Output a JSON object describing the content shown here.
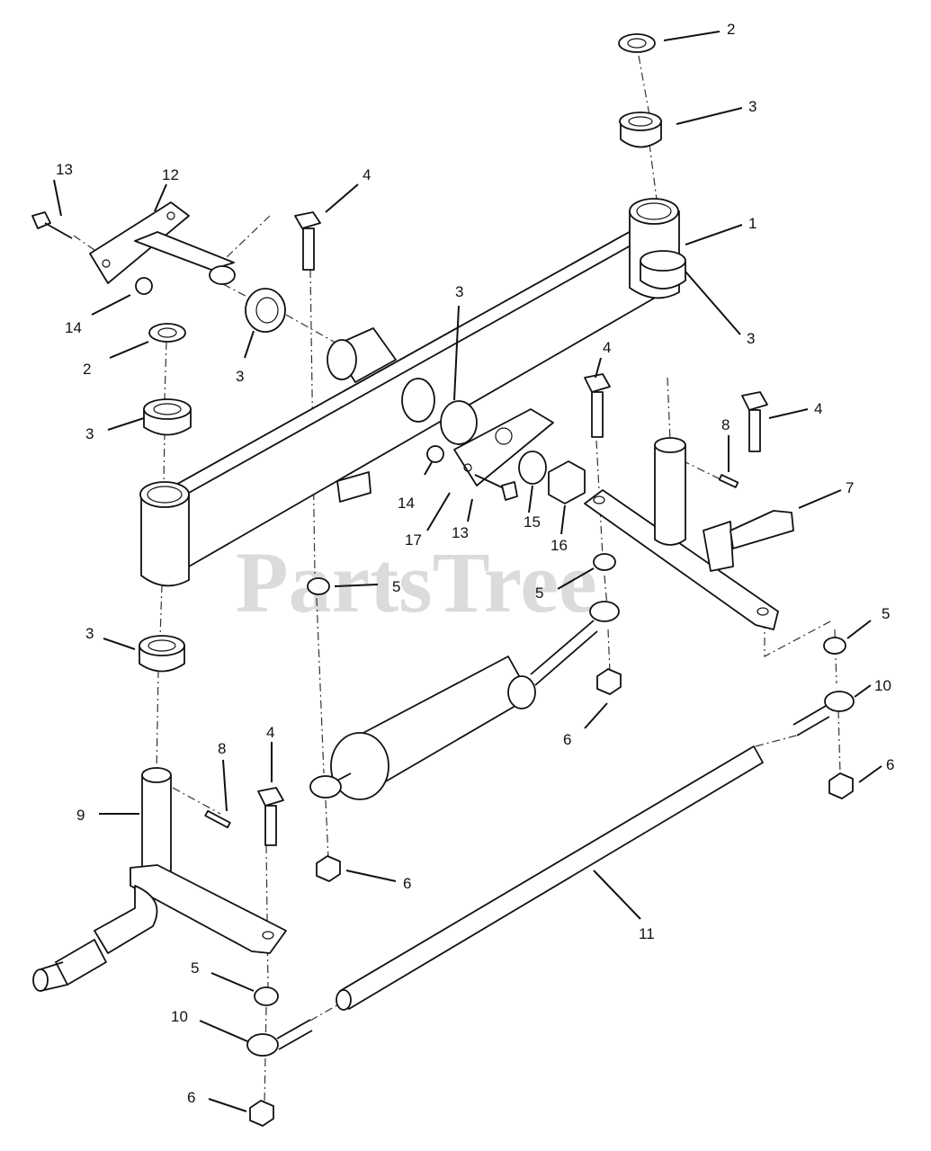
{
  "watermark": {
    "text": "PartsTree"
  },
  "callouts": [
    {
      "id": "c-2-top",
      "text": "2"
    },
    {
      "id": "c-3-top",
      "text": "3"
    },
    {
      "id": "c-1",
      "text": "1"
    },
    {
      "id": "c-4-top",
      "text": "4"
    },
    {
      "id": "c-13-left",
      "text": "13"
    },
    {
      "id": "c-12",
      "text": "12"
    },
    {
      "id": "c-14-left",
      "text": "14"
    },
    {
      "id": "c-2-left",
      "text": "2"
    },
    {
      "id": "c-3-left-spindle",
      "text": "3"
    },
    {
      "id": "c-3-upper-left",
      "text": "3"
    },
    {
      "id": "c-3-center",
      "text": "3"
    },
    {
      "id": "c-3-right",
      "text": "3"
    },
    {
      "id": "c-4-mid",
      "text": "4"
    },
    {
      "id": "c-4-right",
      "text": "4"
    },
    {
      "id": "c-8-right",
      "text": "8"
    },
    {
      "id": "c-7",
      "text": "7"
    },
    {
      "id": "c-14-center",
      "text": "14"
    },
    {
      "id": "c-17",
      "text": "17"
    },
    {
      "id": "c-13-center",
      "text": "13"
    },
    {
      "id": "c-15",
      "text": "15"
    },
    {
      "id": "c-16",
      "text": "16"
    },
    {
      "id": "c-5-center",
      "text": "5"
    },
    {
      "id": "c-5-mid",
      "text": "5"
    },
    {
      "id": "c-5-right",
      "text": "5"
    },
    {
      "id": "c-3-lower-left",
      "text": "3"
    },
    {
      "id": "c-10-right",
      "text": "10"
    },
    {
      "id": "c-6-mid",
      "text": "6"
    },
    {
      "id": "c-6-right",
      "text": "6"
    },
    {
      "id": "c-8-left",
      "text": "8"
    },
    {
      "id": "c-4-left",
      "text": "4"
    },
    {
      "id": "c-9",
      "text": "9"
    },
    {
      "id": "c-6-center",
      "text": "6"
    },
    {
      "id": "c-11",
      "text": "11"
    },
    {
      "id": "c-5-left",
      "text": "5"
    },
    {
      "id": "c-10-left",
      "text": "10"
    },
    {
      "id": "c-6-left",
      "text": "6"
    }
  ]
}
